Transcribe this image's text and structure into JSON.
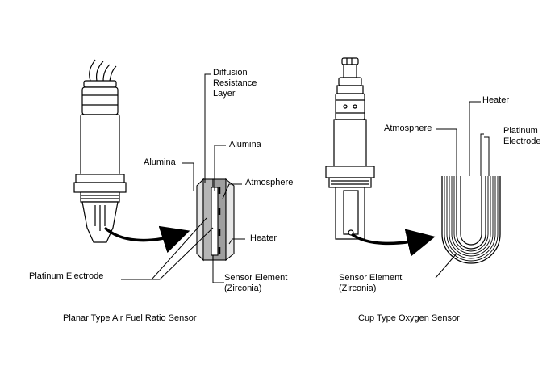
{
  "labels": {
    "diffusion": "Diffusion\nResistance\nLayer",
    "alumina_right": "Alumina",
    "alumina_left": "Alumina",
    "atmosphere_planar": "Atmosphere",
    "heater_planar": "Heater",
    "platinum_planar": "Platinum Electrode",
    "sensor_planar": "Sensor Element\n(Zirconia)",
    "heater_cup": "Heater",
    "atmosphere_cup": "Atmosphere",
    "platinum_cup": "Platinum\nElectrode",
    "sensor_cup": "Sensor Element\n(Zirconia)"
  },
  "captions": {
    "planar": "Planar Type Air Fuel Ratio Sensor",
    "cup": "Cup Type Oxygen Sensor"
  },
  "colors": {
    "line": "#000000",
    "fill_gray": "#b5b5b5",
    "fill_light": "#e6e6e6"
  }
}
